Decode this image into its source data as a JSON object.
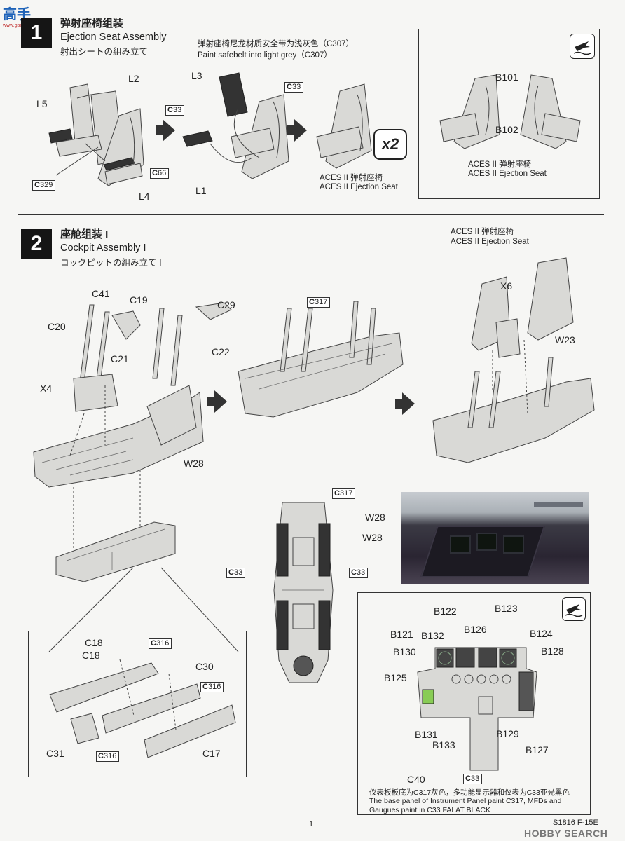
{
  "logo": {
    "chars": "高手",
    "url": "www.gaoshou.cn"
  },
  "step1": {
    "number": "1",
    "title_cn": "弹射座椅组装",
    "title_en": "Ejection Seat Assembly",
    "title_jp": "射出シートの組み立て",
    "note_cn": "弹射座椅尼龙材质安全带为浅灰色（C307）",
    "note_en": "Paint safebelt into light grey（C307）",
    "parts": {
      "L2": "L2",
      "L5": "L5",
      "L4": "L4",
      "L3": "L3",
      "L1": "L1"
    },
    "colors": {
      "c329": "329",
      "c66": "66",
      "c33a": "33",
      "c33b": "33"
    },
    "multiplier": "x2",
    "result_cn": "ACES II 弹射座椅",
    "result_en": "ACES II Ejection Seat",
    "inset": {
      "B101": "B101",
      "B102": "B102",
      "seat_cn": "ACES II 弹射座椅",
      "seat_en": "ACES II Ejection Seat"
    }
  },
  "step2": {
    "number": "2",
    "title_cn": "座舱组装 I",
    "title_en": "Cockpit  Assembly  I",
    "title_jp": "コックピットの組み立て Ⅰ",
    "seat_cn": "ACES II 弹射座椅",
    "seat_en": "ACES II Ejection Seat",
    "parts": {
      "C41": "C41",
      "C19": "C19",
      "C29": "C29",
      "C20": "C20",
      "C21": "C21",
      "C22": "C22",
      "X4": "X4",
      "W28": "W28",
      "X6": "X6",
      "W23": "W23",
      "W28a": "W28",
      "W28b": "W28",
      "C18a": "C18",
      "C18b": "C18",
      "C30": "C30",
      "C31": "C31",
      "C17": "C17",
      "C40": "C40"
    },
    "colors": {
      "c317a": "317",
      "c317b": "317",
      "c33a": "33",
      "c33b": "33",
      "c316a": "316",
      "c316b": "316",
      "c316c": "316",
      "c33c": "33"
    },
    "panel": {
      "B122": "B122",
      "B123": "B123",
      "B126": "B126",
      "B121": "B121",
      "B132": "B132",
      "B124": "B124",
      "B130": "B130",
      "B128": "B128",
      "B125": "B125",
      "B131": "B131",
      "B129": "B129",
      "B133": "B133",
      "B127": "B127"
    },
    "panel_note_cn": "仪表板板底为C317灰色，多功能显示器和仪表为C33亚光黑色",
    "panel_note_en1": "The base panel of Instrument Panel paint C317, MFDs and",
    "panel_note_en2": "Gaugues paint in C33 FALAT BLACK"
  },
  "footer": {
    "page": "1",
    "code": "S1816 F-15E",
    "watermark": "HOBBY SEARCH"
  }
}
